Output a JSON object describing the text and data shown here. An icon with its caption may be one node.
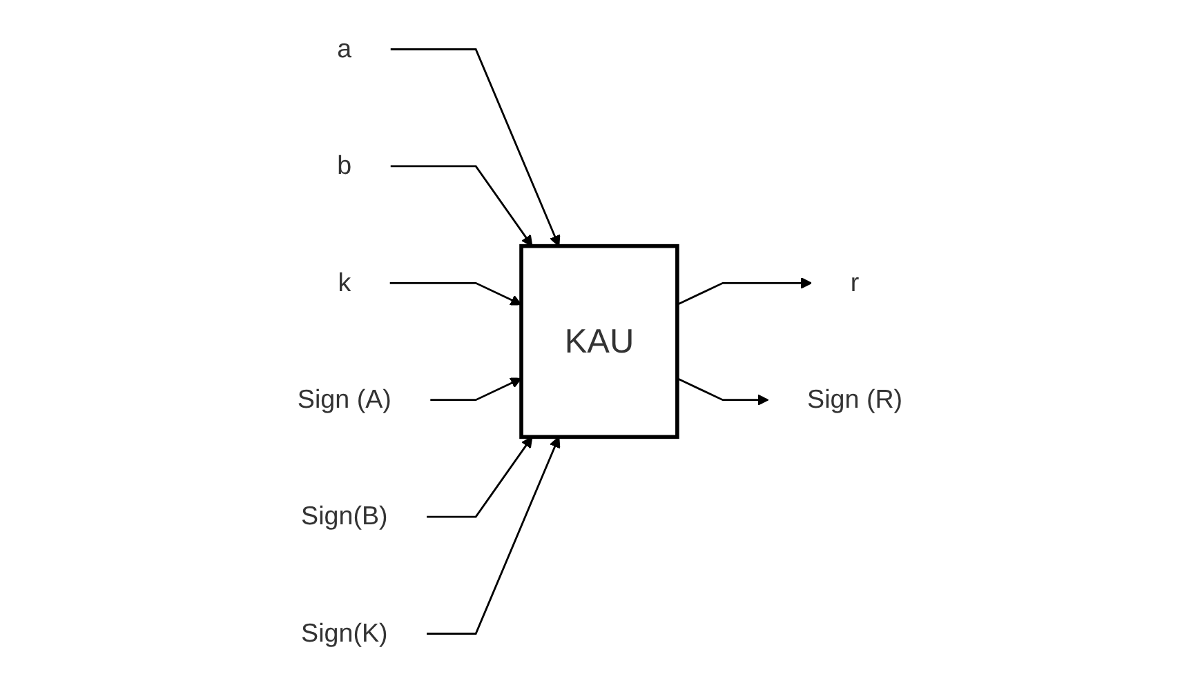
{
  "diagram": {
    "nodes": [
      {
        "text": [
          "a"
        ]
      },
      {
        "text": [
          "b"
        ]
      },
      {
        "text": [
          "k"
        ]
      },
      {
        "text": [
          "KAU"
        ]
      },
      {
        "text": [
          "r"
        ]
      },
      {
        "text": [
          "Sign (R)"
        ]
      },
      {
        "text": [
          "Sign (A)"
        ]
      },
      {
        "text": [
          "Sign(B)"
        ]
      },
      {
        "text": [
          "Sign(K)"
        ]
      }
    ],
    "edges": [
      {
        "from": 0,
        "to": 3,
        "arrow": "to"
      },
      {
        "from": 1,
        "to": 3,
        "arrow": "to"
      },
      {
        "from": 2,
        "to": 3,
        "arrow": "to"
      },
      {
        "from": 3,
        "to": 4,
        "arrow": "to"
      },
      {
        "from": 3,
        "to": 5,
        "arrow": "to"
      },
      {
        "from": 6,
        "to": 3,
        "arrow": "to"
      },
      {
        "from": 7,
        "to": 3,
        "arrow": "to"
      },
      {
        "from": 8,
        "to": 3,
        "arrow": "to"
      }
    ]
  }
}
